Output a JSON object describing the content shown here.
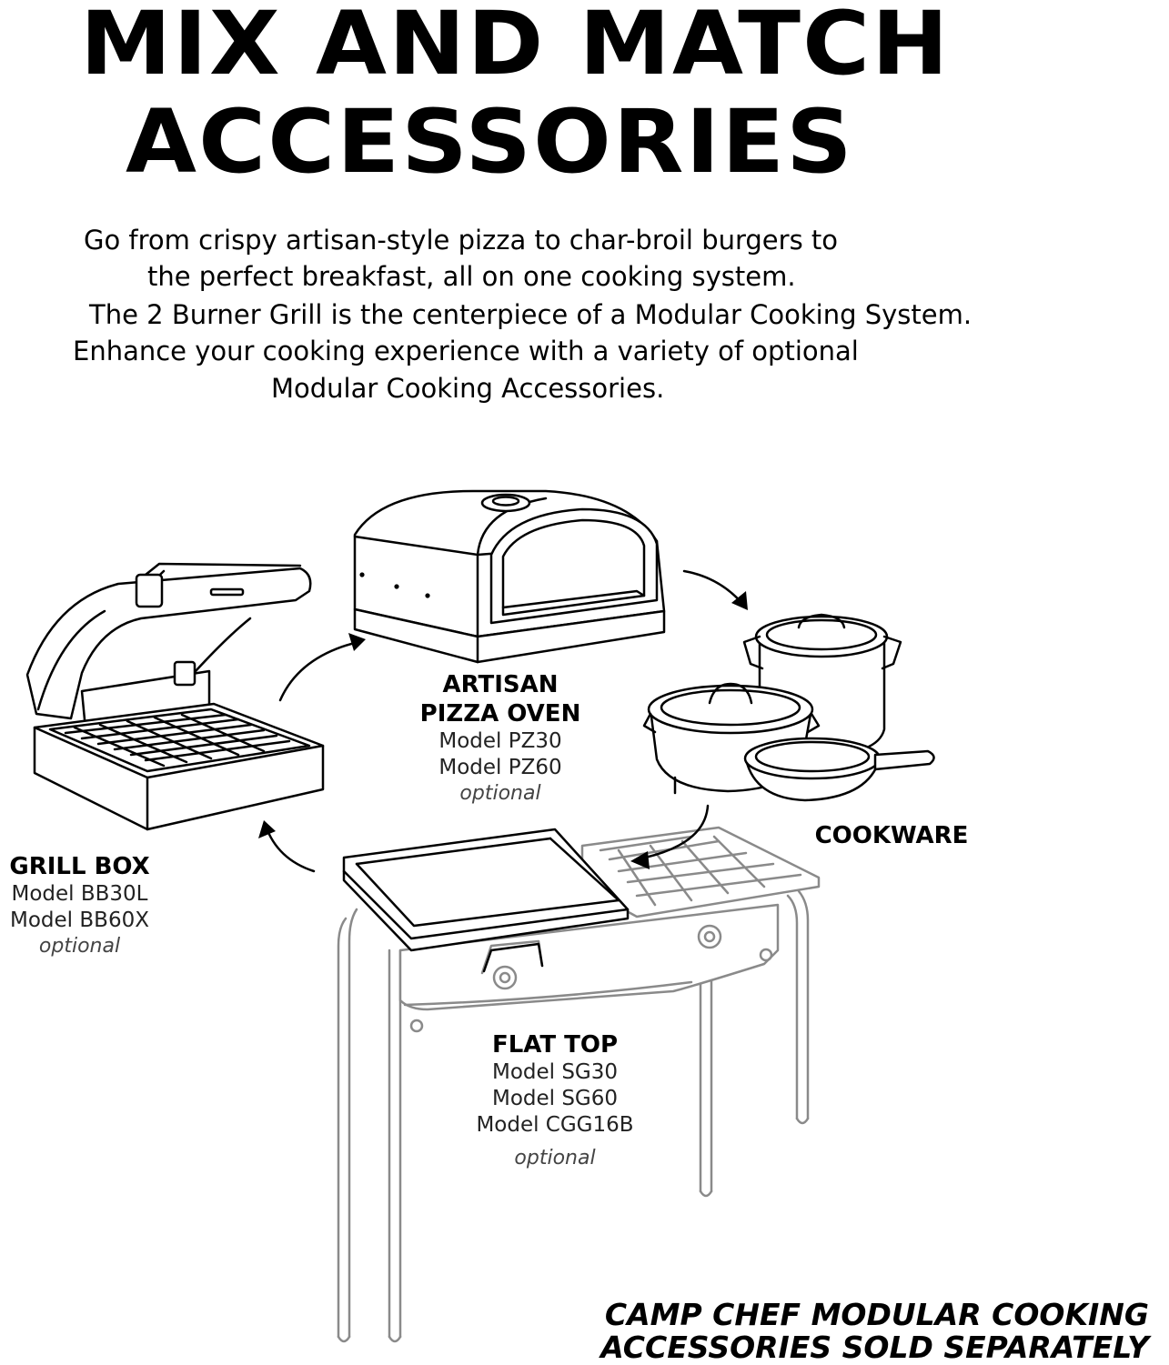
{
  "title": {
    "line1": "MIX AND MATCH",
    "line2": "ACCESSORIES"
  },
  "intro": {
    "lines": [
      "Go from crispy artisan-style pizza to char-broil burgers to",
      "the perfect breakfast, all on one cooking system.",
      "The 2 Burner Grill is the centerpiece of a Modular Cooking System.",
      "Enhance your cooking experience with a variety of optional",
      "Modular Cooking Accessories."
    ]
  },
  "accessories": {
    "pizza_oven": {
      "name_line1": "ARTISAN",
      "name_line2": "PIZZA OVEN",
      "models": [
        "Model PZ30",
        "Model PZ60"
      ],
      "note": "optional"
    },
    "grill_box": {
      "name": "GRILL BOX",
      "models": [
        "Model BB30L",
        "Model BB60X"
      ],
      "note": "optional"
    },
    "cookware": {
      "name": "COOKWARE"
    },
    "flat_top": {
      "name": "FLAT TOP",
      "models": [
        "Model SG30",
        "Model SG60",
        "Model CGG16B"
      ],
      "note": "optional"
    }
  },
  "footer": {
    "line1": "CAMP CHEF MODULAR COOKING",
    "line2": "ACCESSORIES SOLD SEPARATELY"
  },
  "illustrations": {
    "grill_box_icon": "grill-box-illustration",
    "pizza_oven_icon": "pizza-oven-illustration",
    "cookware_icon": "cookware-illustration",
    "stove_icon": "two-burner-stove-illustration",
    "arrow_icon": "curved-arrow-icon"
  }
}
